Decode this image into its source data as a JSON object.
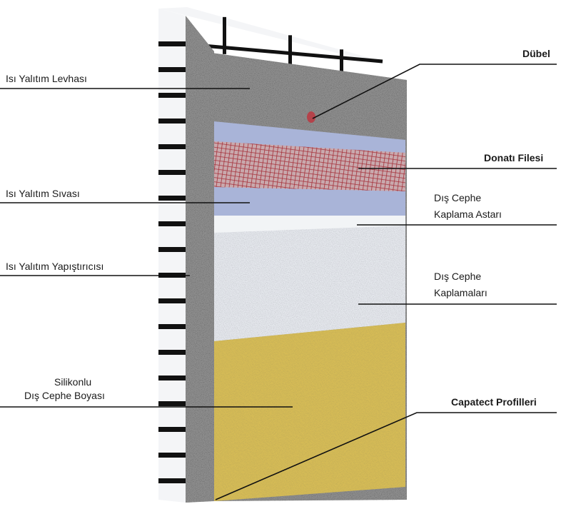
{
  "labels": {
    "left": {
      "insulation_board": "Isı Yalıtım Levhası",
      "insulation_plaster": "Isı Yalıtım Sıvası",
      "insulation_adhesive": "Isı Yalıtım Yapıştırıcısı",
      "silicone_paint_line1": "Silikonlu",
      "silicone_paint_line2": "Dış Cephe Boyası"
    },
    "right": {
      "dowel": "Dübel",
      "mesh": "Donatı Filesi",
      "primer_line1": "Dış Cephe",
      "primer_line2": "Kaplama Astarı",
      "coating_line1": "Dış Cephe",
      "coating_line2": "Kaplamaları",
      "profiles": "Capatect Profilleri"
    }
  },
  "colors": {
    "brick": "#f4f5f7",
    "mortar": "#111111",
    "speckle_base": "#8d8d8d",
    "blue_plaster": "#a9b4d8",
    "mesh_red": "#b4424a",
    "primer_white": "#f2f4f6",
    "white_coating": "#e4e7ec",
    "yellow_paint": "#d8bd55",
    "leader_line": "#111111"
  }
}
